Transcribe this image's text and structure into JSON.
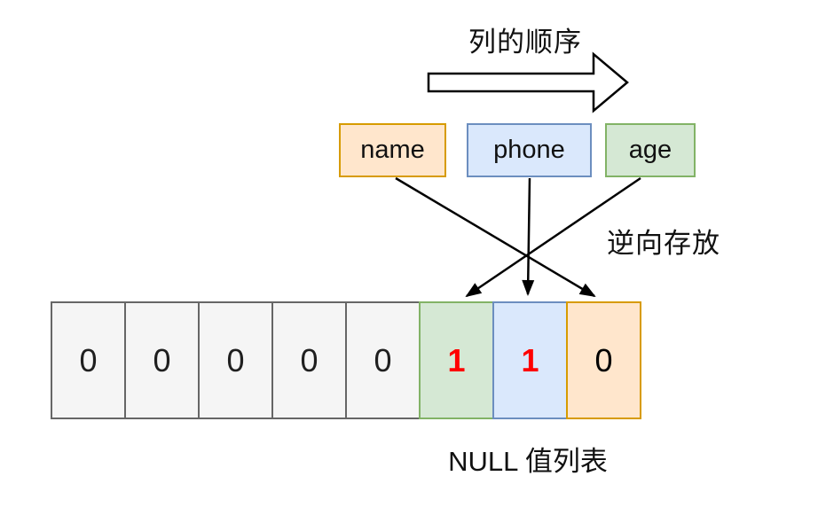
{
  "header": {
    "title": "列的顺序"
  },
  "columns": [
    {
      "label": "name",
      "fill": "#FFE6CC",
      "border": "#D79B00"
    },
    {
      "label": "phone",
      "fill": "#DAE8FC",
      "border": "#6C8EBF"
    },
    {
      "label": "age",
      "fill": "#D5E8D4",
      "border": "#82B366"
    }
  ],
  "annotations": {
    "reverse_storage_label": "逆向存放",
    "bitmap_caption": "NULL 值列表"
  },
  "arrows": [
    {
      "from": "name",
      "to_bit_index": 7
    },
    {
      "from": "phone",
      "to_bit_index": 6
    },
    {
      "from": "age",
      "to_bit_index": 5
    }
  ],
  "null_bitmap": {
    "cells": [
      {
        "value": "0",
        "fill": "#F5F5F5",
        "border": "#666666",
        "text_color": "#1f1f1f",
        "bold": false
      },
      {
        "value": "0",
        "fill": "#F5F5F5",
        "border": "#666666",
        "text_color": "#1f1f1f",
        "bold": false
      },
      {
        "value": "0",
        "fill": "#F5F5F5",
        "border": "#666666",
        "text_color": "#1f1f1f",
        "bold": false
      },
      {
        "value": "0",
        "fill": "#F5F5F5",
        "border": "#666666",
        "text_color": "#1f1f1f",
        "bold": false
      },
      {
        "value": "0",
        "fill": "#F5F5F5",
        "border": "#666666",
        "text_color": "#1f1f1f",
        "bold": false
      },
      {
        "value": "1",
        "fill": "#D5E8D4",
        "border": "#82B366",
        "text_color": "#FF0000",
        "bold": true,
        "column": "age"
      },
      {
        "value": "1",
        "fill": "#DAE8FC",
        "border": "#6C8EBF",
        "text_color": "#FF0000",
        "bold": true,
        "column": "phone"
      },
      {
        "value": "0",
        "fill": "#FFE6CC",
        "border": "#D79B00",
        "text_color": "#000000",
        "bold": false,
        "column": "name"
      }
    ]
  },
  "colors": {
    "line": "#000000",
    "cell_gray_fill": "#F5F5F5",
    "cell_gray_border": "#666666",
    "red_bit": "#FF0000"
  }
}
